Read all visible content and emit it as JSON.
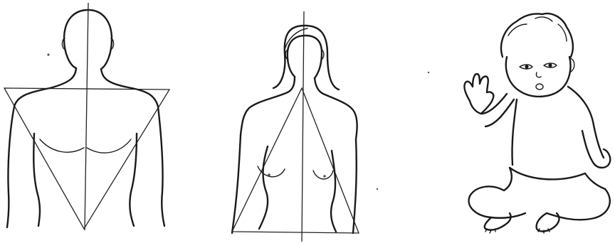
{
  "figures": [
    {
      "id": "male-torso",
      "kind": "inverted-triangle-torso"
    },
    {
      "id": "female-torso",
      "kind": "triangle-torso"
    },
    {
      "id": "baby",
      "kind": "seated-infant"
    }
  ],
  "colors": {
    "ink": "#1a1a1a",
    "background": "#ffffff"
  }
}
